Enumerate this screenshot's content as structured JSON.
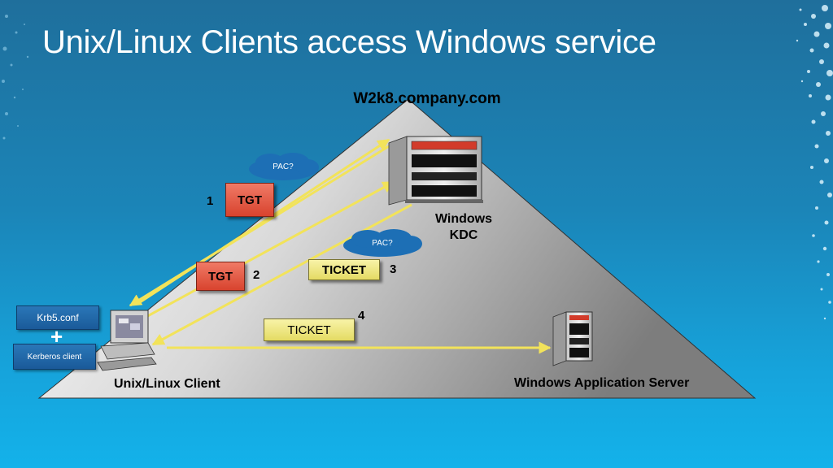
{
  "title": "Unix/Linux Clients access Windows service",
  "domain_label": "W2k8.company.com",
  "kdc": {
    "line1": "Windows",
    "line2": "KDC"
  },
  "client_label": "Unix/Linux Client",
  "app_server_label": "Windows Application Server",
  "config": {
    "krb5": "Krb5.conf",
    "plus": "+",
    "kerberos_client": "Kerberos client"
  },
  "steps": [
    {
      "number": "1",
      "token": "TGT",
      "cloud": "PAC?"
    },
    {
      "number": "2",
      "token": "TGT"
    },
    {
      "number": "3",
      "token": "TICKET",
      "cloud": "PAC?"
    },
    {
      "number": "4",
      "token": "TICKET"
    }
  ],
  "colors": {
    "background": "#1b85b8",
    "arrow": "#f2e35a",
    "tgt": "#e05a43",
    "ticket": "#ece47a",
    "cloud": "#1d6fb5",
    "box": "#1f6aaa"
  }
}
